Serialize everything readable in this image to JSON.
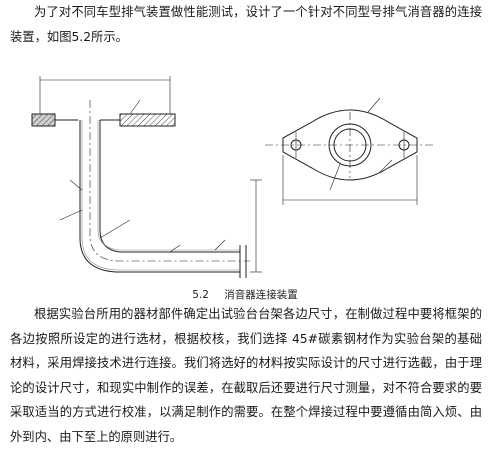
{
  "paragraph_1": "为了对不同车型排气装置做性能测试，设计了一个针对不同型号排气消音器的连接装置，如图5.2所示。",
  "figure": {
    "number": "5.2",
    "title": "消音器连接装置"
  },
  "paragraph_2": "根据实验台所用的器材部件确定出试验台台架各边尺寸，在制做过程中要将框架的各边按照所设定的进行选材，根据校核，我们选择 45#碳素钢材作为实验台架的基础材料，采用焊接技术进行连接。我们将选好的材料按实际设计的尺寸进行选截，由于理论的设计尺寸，和现实中制作的误差，在截取后还要进行尺寸测量，对不符合要求的要采取适当的方式进行校准，以满足制作的需要。在整个焊接过程中要遵循由简入烦、由外到内、由下至上的原则进行。"
}
